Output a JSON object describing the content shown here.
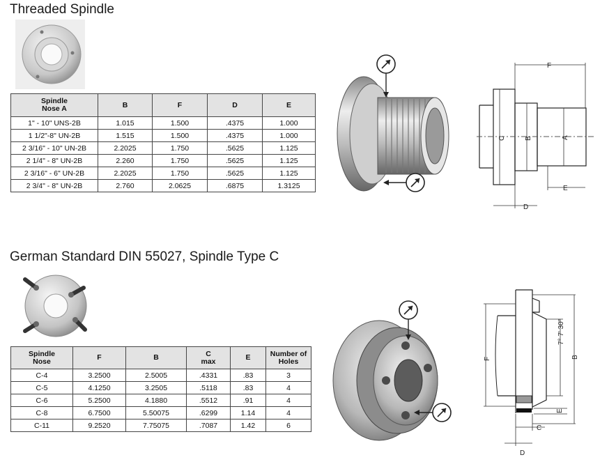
{
  "section1": {
    "title": "Threaded Spindle",
    "table": {
      "headers": [
        "Spindle\nNose  A",
        "B",
        "F",
        "D",
        "E"
      ],
      "rows": [
        [
          "1\" - 10\"  UNS-2B",
          "1.015",
          "1.500",
          ".4375",
          "1.000"
        ],
        [
          "1 1/2\"-8\"  UN-2B",
          "1.515",
          "1.500",
          ".4375",
          "1.000"
        ],
        [
          "2 3/16\" - 10\" UN-2B",
          "2.2025",
          "1.750",
          ".5625",
          "1.125"
        ],
        [
          "2 1/4\" - 8\"  UN-2B",
          "2.260",
          "1.750",
          ".5625",
          "1.125"
        ],
        [
          "2 3/16\" - 6\"  UN-2B",
          "2.2025",
          "1.750",
          ".5625",
          "1.125"
        ],
        [
          "2 3/4\" - 8\"  UN-2B",
          "2.760",
          "2.0625",
          ".6875",
          "1.3125"
        ]
      ]
    },
    "drawing_labels": {
      "F": "F",
      "C": "C",
      "B": "B",
      "A": "A",
      "E": "E",
      "D": "D"
    }
  },
  "section2": {
    "title": "German Standard DIN 55027, Spindle Type C",
    "table": {
      "headers": [
        "Spindle\nNose",
        "F",
        "B",
        "C\nmax",
        "E",
        "Number of\nHoles"
      ],
      "rows": [
        [
          "C-4",
          "3.2500",
          "2.5005",
          ".4331",
          ".83",
          "3"
        ],
        [
          "C-5",
          "4.1250",
          "3.2505",
          ".5118",
          ".83",
          "4"
        ],
        [
          "C-6",
          "5.2500",
          "4.1880",
          ".5512",
          ".91",
          "4"
        ],
        [
          "C-8",
          "6.7500",
          "5.50075",
          ".6299",
          "1.14",
          "4"
        ],
        [
          "C-11",
          "9.2520",
          "7.75075",
          ".7087",
          "1.42",
          "6"
        ]
      ]
    },
    "drawing_labels": {
      "angle": "7° 7' 30\"",
      "F": "F",
      "B": "B",
      "E": "E",
      "C": "C",
      "D": "D"
    }
  },
  "icons": [
    "gauge-indicator-icon"
  ]
}
